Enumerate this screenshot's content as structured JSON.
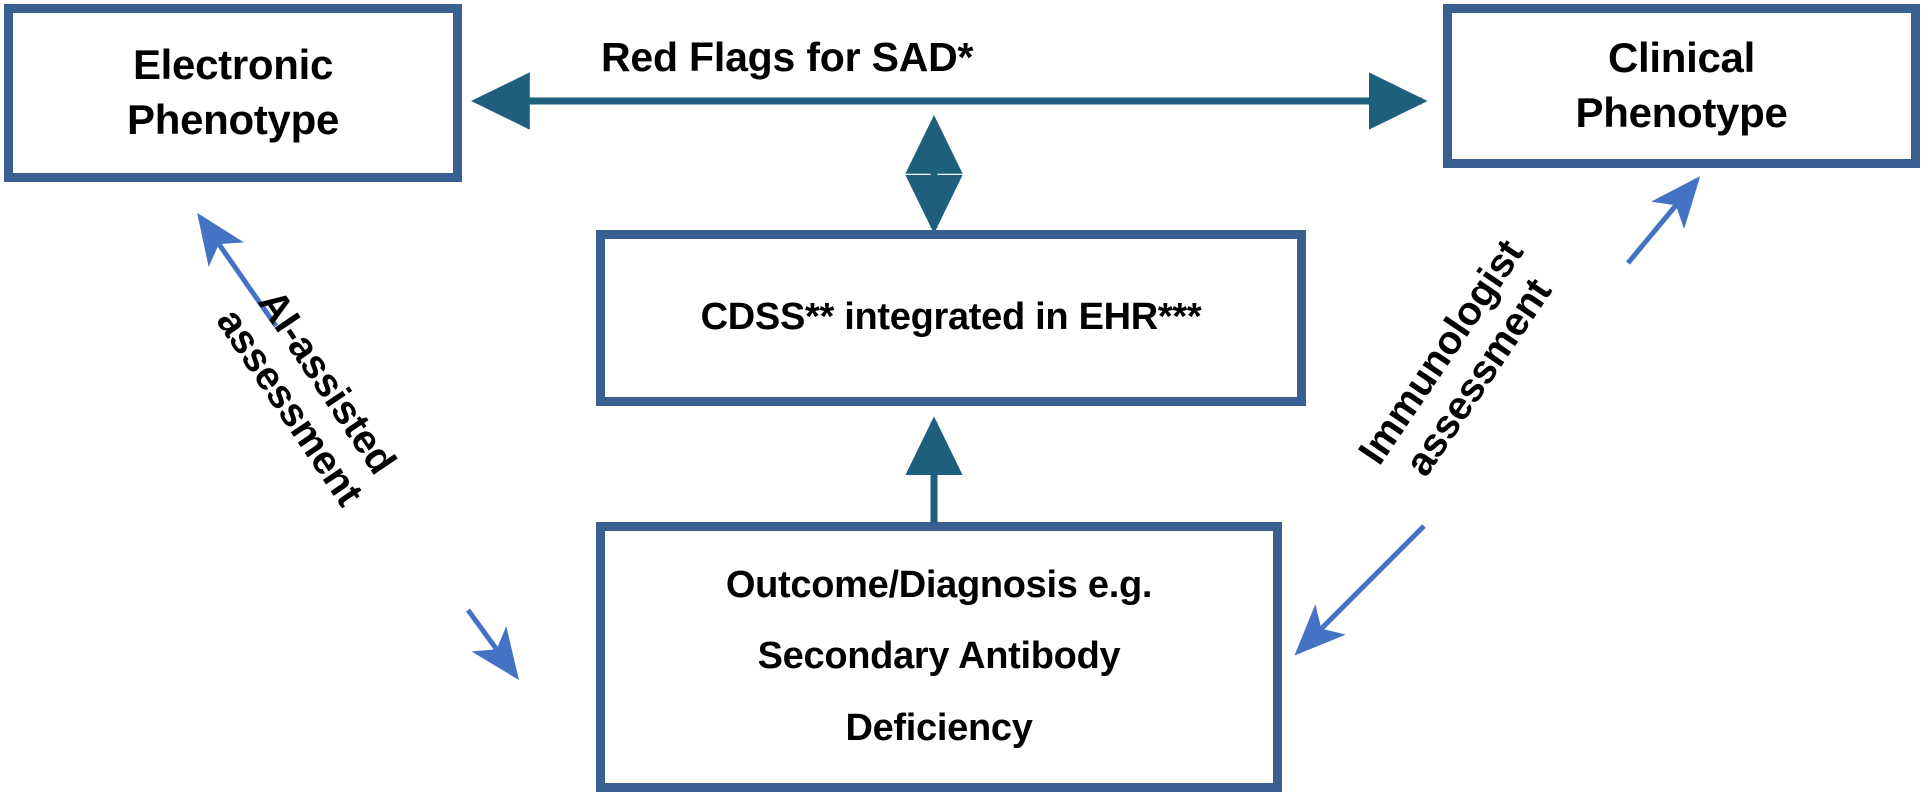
{
  "diagram": {
    "title": "Electronic and Clinical Phenotype CDSS Workflow",
    "colors": {
      "box_border": "#3a6092",
      "box_fill": "#ffffff",
      "straight_arrow": "#1f5f7e",
      "diagonal_arrow": "#4472c4",
      "text": "#000000",
      "background": "#ffffff"
    },
    "nodes": [
      {
        "id": "electronic-phenotype",
        "lines": [
          "Electronic",
          "Phenotype"
        ]
      },
      {
        "id": "clinical-phenotype",
        "lines": [
          "Clinical",
          "Phenotype"
        ]
      },
      {
        "id": "cdss",
        "lines": [
          "CDSS** integrated in EHR***"
        ]
      },
      {
        "id": "outcome",
        "lines": [
          "Outcome/Diagnosis e.g.",
          "Secondary Antibody",
          "Deficiency"
        ]
      }
    ],
    "edge_labels": {
      "red_flags": "Red Flags for SAD*",
      "ai_assisted": [
        "AI-assisted",
        "assessment"
      ],
      "immunologist": [
        "Immunologist",
        "assessment"
      ]
    },
    "connectors": [
      {
        "id": "horizontal-bidirectional",
        "from": "electronic-phenotype",
        "to": "clinical-phenotype",
        "style": "double-headed",
        "label": "Red Flags for SAD*"
      },
      {
        "id": "vertical-bidirectional",
        "from": "cdss",
        "to": "horizontal-bidirectional",
        "style": "double-headed",
        "label": ""
      },
      {
        "id": "outcome-to-cdss",
        "from": "outcome",
        "to": "cdss",
        "style": "single-headed",
        "label": ""
      },
      {
        "id": "ai-assisted-up",
        "from": "outcome",
        "to": "electronic-phenotype",
        "style": "single-headed",
        "label": "AI-assisted assessment"
      },
      {
        "id": "ai-assisted-down",
        "from": "electronic-phenotype",
        "to": "outcome",
        "style": "single-headed",
        "label": "AI-assisted assessment"
      },
      {
        "id": "immunologist-up",
        "from": "outcome",
        "to": "clinical-phenotype",
        "style": "single-headed",
        "label": "Immunologist assessment"
      },
      {
        "id": "immunologist-down",
        "from": "clinical-phenotype",
        "to": "outcome",
        "style": "single-headed",
        "label": "Immunologist assessment"
      }
    ]
  }
}
